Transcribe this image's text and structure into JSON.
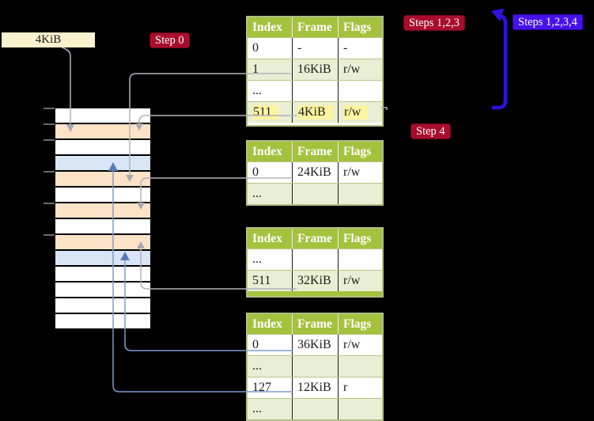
{
  "frame_size_label": "4KiB",
  "badges": {
    "step0": "Step 0",
    "steps123": "Steps 1,2,3",
    "steps1234": "Steps 1,2,3,4",
    "step4": "Step 4"
  },
  "memory": {
    "rows": [
      "white",
      "orange",
      "white",
      "blue",
      "orange",
      "white",
      "orange",
      "white",
      "orange",
      "blue",
      "white",
      "white",
      "white",
      "white"
    ]
  },
  "tables": [
    {
      "headers": [
        "Index",
        "Frame",
        "Flags"
      ],
      "rows": [
        {
          "cells": [
            "0",
            "-",
            "-"
          ]
        },
        {
          "cells": [
            "1",
            "16KiB",
            "r/w"
          ]
        },
        {
          "cells": [
            "...",
            "",
            ""
          ]
        },
        {
          "cells": [
            "511",
            "4KiB",
            "r/w"
          ],
          "highlighted": true
        }
      ]
    },
    {
      "headers": [
        "Index",
        "Frame",
        "Flags"
      ],
      "rows": [
        {
          "cells": [
            "0",
            "24KiB",
            "r/w"
          ]
        },
        {
          "cells": [
            "...",
            "",
            ""
          ]
        }
      ]
    },
    {
      "headers": [
        "Index",
        "Frame",
        "Flags"
      ],
      "rows": [
        {
          "cells": [
            "...",
            "",
            ""
          ]
        },
        {
          "cells": [
            "511",
            "32KiB",
            "r/w"
          ]
        }
      ]
    },
    {
      "headers": [
        "Index",
        "Frame",
        "Flags"
      ],
      "rows": [
        {
          "cells": [
            "0",
            "36KiB",
            "r/w"
          ]
        },
        {
          "cells": [
            "...",
            "",
            ""
          ]
        },
        {
          "cells": [
            "127",
            "12KiB",
            "r"
          ]
        },
        {
          "cells": [
            "...",
            "",
            ""
          ]
        }
      ]
    }
  ],
  "colors": {
    "background": "#000000",
    "crimson_badge": "#a80d2d",
    "violet_badge": "#4611ed",
    "violet_arrow": "#2d12e0",
    "wheat_box": "#fcf1cf",
    "table_header_green": "#a4c23d",
    "table_row_green": "#e9efd4",
    "highlight_yellow": "#fbf4a0",
    "memory_orange": "#fce3c8",
    "memory_blue": "#d9e5f4",
    "memory_white": "#ffffff",
    "connector_gray": "#b2b2ba",
    "connector_gray_head": "#a9a9b1",
    "connector_blue": "#7e9cce",
    "connector_blue_head": "#5b7cba",
    "tick_gray": "#8f8f8f"
  }
}
